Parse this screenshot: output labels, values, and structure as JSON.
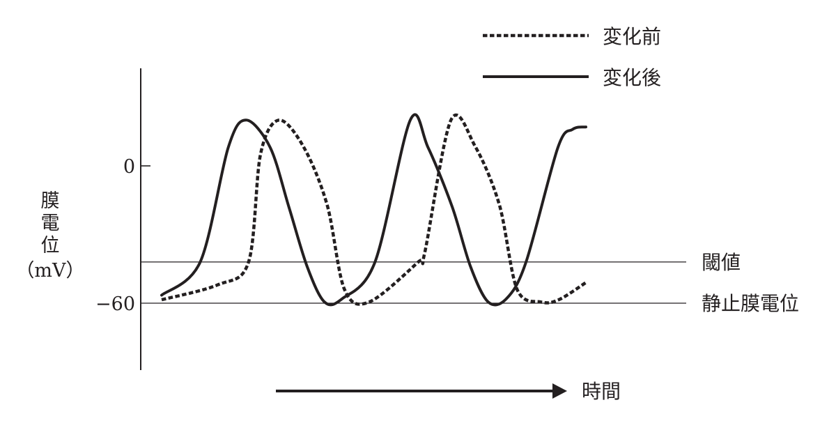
{
  "chart_data": {
    "type": "line",
    "ylabel": [
      "膜",
      "電",
      "位",
      "（mV）"
    ],
    "time_label": "時間",
    "yticks": [
      {
        "value": 0,
        "label": "0"
      },
      {
        "value": -60,
        "label": "−60"
      }
    ],
    "ylim": [
      -90,
      42
    ],
    "xlim": [
      0,
      100
    ],
    "reference_lines": [
      {
        "name": "threshold",
        "value": -42,
        "label": "閾値"
      },
      {
        "name": "resting",
        "value": -60,
        "label": "静止膜電位"
      }
    ],
    "legend_position": "top-right",
    "series": [
      {
        "name": "変化前",
        "style": "dashed",
        "x": [
          0,
          13.2,
          20.5,
          23.3,
          27.6,
          33.4,
          39.0,
          43.1,
          48.9,
          60.5,
          62.0,
          68.2,
          73.9,
          79.6,
          83.8,
          89.5,
          93.6,
          100
        ],
        "y": [
          -58.5,
          -52,
          -42,
          5,
          20,
          8.5,
          -17,
          -54,
          -59.5,
          -42,
          -38,
          20,
          8.5,
          -17,
          -54,
          -59.5,
          -58.5,
          -51
        ]
      },
      {
        "name": "変化後",
        "style": "solid",
        "x": [
          0,
          9.1,
          15.7,
          19.9,
          25.6,
          30.0,
          34.3,
          38.4,
          42.6,
          50.3,
          58.6,
          62.8,
          68.5,
          72.8,
          77.0,
          81.3,
          85.9,
          93.4,
          96.9,
          100
        ],
        "y": [
          -56.5,
          -42,
          8,
          20,
          8,
          -18,
          -44,
          -59.5,
          -58,
          -42,
          20,
          8,
          -18,
          -44,
          -59.5,
          -58,
          -42,
          8,
          16,
          17
        ]
      }
    ]
  }
}
